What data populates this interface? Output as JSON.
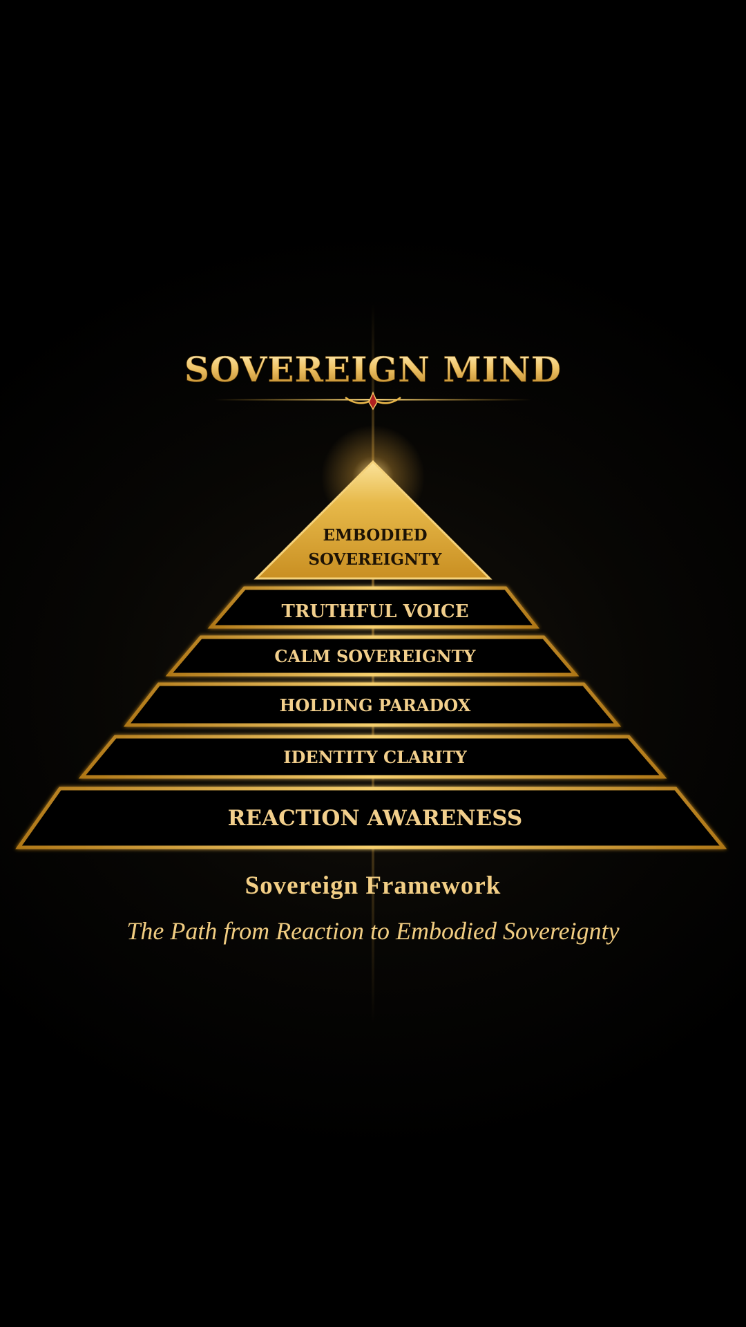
{
  "header": {
    "title": "SOVEREIGN MIND"
  },
  "pyramid": {
    "apex": {
      "line1": "EMBODIED",
      "line2": "SOVEREIGNTY"
    },
    "tiers": [
      {
        "label": "TRUTHFUL VOICE"
      },
      {
        "label": "CALM SOVEREIGNTY"
      },
      {
        "label": "HOLDING PARADOX"
      },
      {
        "label": "IDENTITY CLARITY"
      },
      {
        "label": "REACTION AWARENESS"
      }
    ]
  },
  "footer": {
    "title": "Sovereign Framework",
    "subtitle": "The Path from Reaction to Embodied Sovereignty"
  },
  "colors": {
    "background": "#000000",
    "gold": "#d4a02e",
    "gold_light": "#f3d08a",
    "accent_red": "#b02020"
  }
}
